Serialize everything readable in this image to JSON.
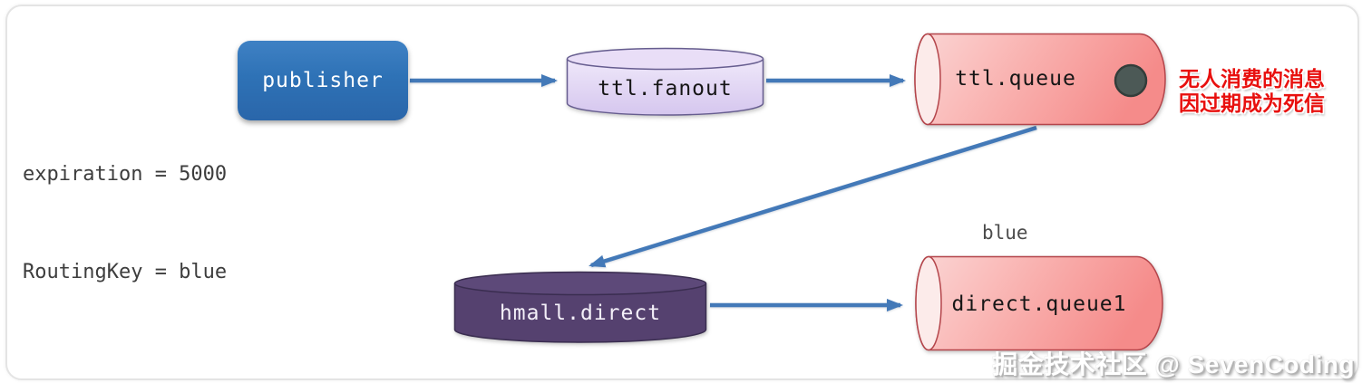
{
  "annotations": {
    "expiration": "expiration = 5000",
    "routing_key": "RoutingKey = blue",
    "dead_letter_note": {
      "line1": "无人消费的消息",
      "line2": "因过期成为死信",
      "color": "#e8100e"
    },
    "queue1_binding": "blue",
    "watermark": "掘金技术社区 @ SevenCoding"
  },
  "nodes": {
    "publisher": {
      "label": "publisher",
      "kind": "producer",
      "fill": "#2e72b6",
      "text_color": "#ffffff"
    },
    "ttl_fanout": {
      "label": "ttl.fanout",
      "kind": "exchange",
      "fill": "#e5daf5",
      "stroke": "#665d8f",
      "text_color": "#161616"
    },
    "ttl_queue": {
      "label": "ttl.queue",
      "kind": "queue",
      "fill": "#f79190",
      "stroke": "#b4454b",
      "text_color": "#161616",
      "has_message_dot": true,
      "message_dot_color": "#4c5956"
    },
    "hmall_direct": {
      "label": "hmall.direct",
      "kind": "exchange",
      "fill": "#55416f",
      "stroke": "#3a2d50",
      "text_color": "#f4f0f9"
    },
    "direct_queue1": {
      "label": "direct.queue1",
      "kind": "queue",
      "fill": "#f79190",
      "stroke": "#b4454b",
      "text_color": "#161616"
    }
  },
  "edges": [
    {
      "from": "publisher",
      "to": "ttl.fanout"
    },
    {
      "from": "ttl.fanout",
      "to": "ttl.queue"
    },
    {
      "from": "ttl.queue",
      "to": "hmall.direct"
    },
    {
      "from": "hmall.direct",
      "to": "direct.queue1"
    }
  ],
  "colors": {
    "arrow": "#4379b8",
    "card_border": "#e4e4e4",
    "side_text": "#3d3d3d"
  }
}
